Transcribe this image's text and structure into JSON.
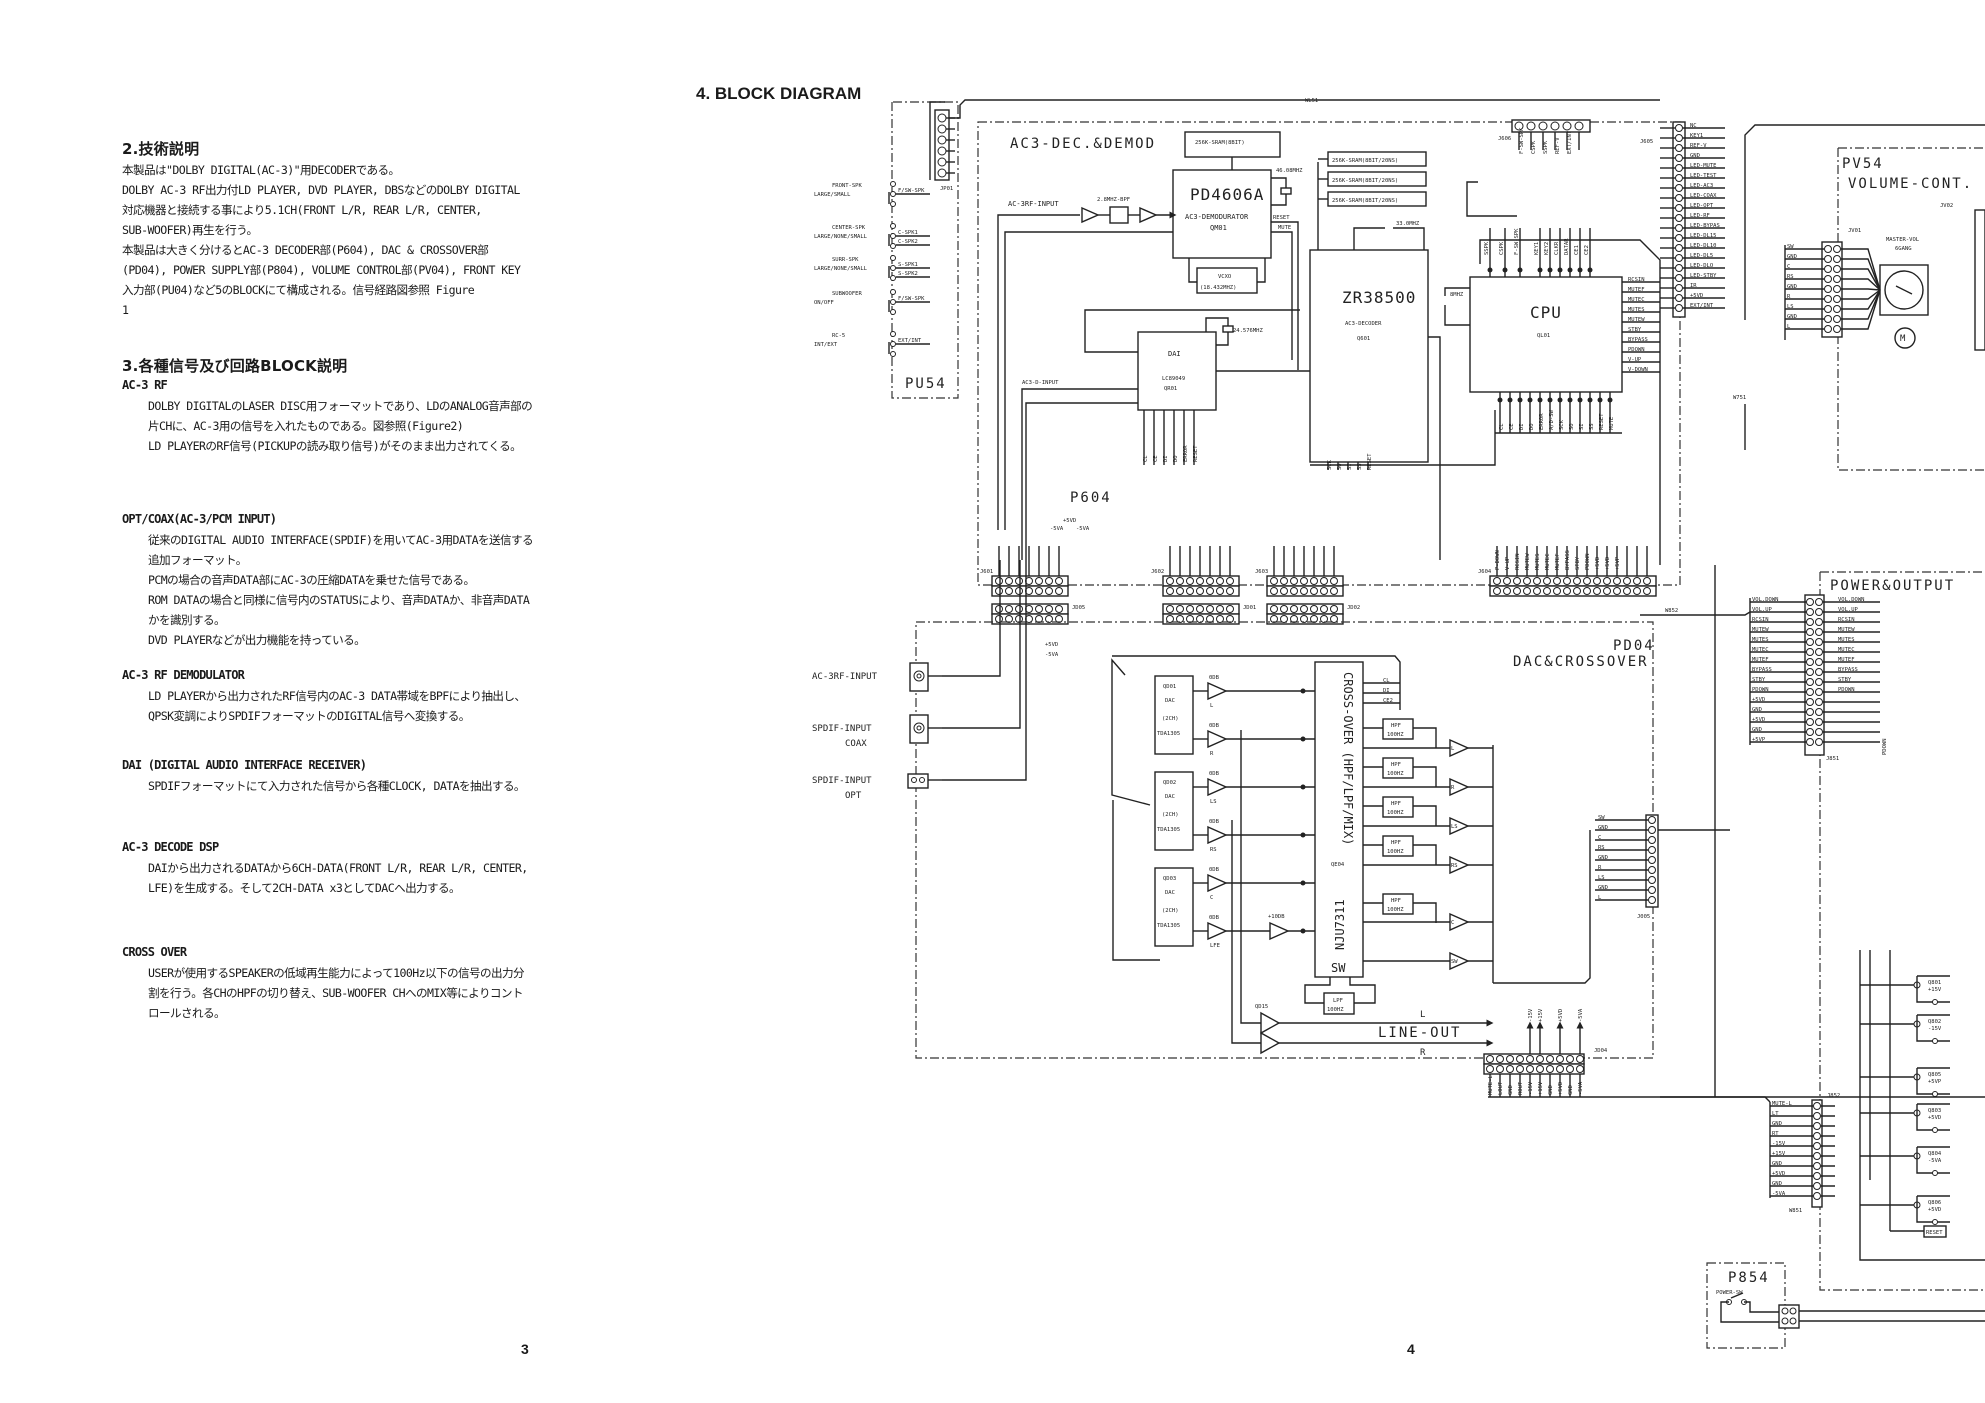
{
  "left_page": {
    "section2": {
      "title": "2.技術説明",
      "lines": [
        "本製品は\"DOLBY DIGITAL(AC-3)\"用DECODERである。",
        "DOLBY AC-3 RF出力付LD PLAYER, DVD PLAYER, DBSなどのDOLBY DIGITAL",
        "対応機器と接続する事により5.1CH(FRONT L/R, REAR L/R, CENTER,",
        "SUB-WOOFER)再生を行う。",
        "本製品は大きく分けるとAC-3 DECODER部(P604), DAC & CROSSOVER部",
        "(PD04), POWER SUPPLY部(P804), VOLUME CONTROL部(PV04), FRONT KEY",
        "入力部(PU04)など5のBLOCKにて構成される。信号経路図参照 Figure",
        "1"
      ]
    },
    "section3": {
      "title": "3.各種信号及び回路BLOCK説明",
      "items": [
        {
          "heading": "AC-3 RF",
          "text": "DOLBY DIGITALのLASER DISC用フォーマットであり、LDのANALOG音声部の片CHに、AC-3用の信号を入れたものである。図参照(Figure2)\nLD PLAYERのRF信号(PICKUPの読み取り信号)がそのまま出力されてくる。"
        },
        {
          "heading": "OPT/COAX(AC-3/PCM INPUT)",
          "text": "従来のDIGITAL AUDIO INTERFACE(SPDIF)を用いてAC-3用DATAを送信する追加フォーマット。\nPCMの場合の音声DATA部にAC-3の圧縮DATAを乗せた信号である。\nROM DATAの場合と同様に信号内のSTATUSにより、音声DATAか、非音声DATAかを識別する。\nDVD PLAYERなどが出力機能を持っている。"
        },
        {
          "heading": "AC-3 RF DEMODULATOR",
          "text": "LD PLAYERから出力されたRF信号内のAC-3 DATA帯域をBPFにより抽出し、QPSK変調によりSPDIFフォーマットのDIGITAL信号へ変換する。"
        },
        {
          "heading": "DAI (DIGITAL AUDIO INTERFACE RECEIVER)",
          "text": "SPDIFフォーマットにて入力された信号から各種CLOCK, DATAを抽出する。"
        },
        {
          "heading": "AC-3 DECODE DSP",
          "text": "DAIから出力されるDATAから6CH-DATA(FRONT L/R, REAR L/R, CENTER, LFE)を生成する。そして2CH-DATA x3としてDACへ出力する。"
        },
        {
          "heading": "CROSS OVER",
          "text": "USERが使用するSPEAKERの低域再生能力によって100Hz以下の信号の出力分割を行う。各CHのHPFの切り替え、SUB-WOOFER CHへのMIX等によりコントロールされる。"
        }
      ]
    },
    "page_number": "3"
  },
  "right_page": {
    "title": "4. BLOCK DIAGRAM",
    "page_number": "4",
    "pu54": {
      "label": "PU54",
      "connector": "JP01",
      "switches": [
        {
          "name": "FRONT-SPK",
          "sub": "LARGE/SMALL",
          "pins": [
            "F/SW-SPK"
          ]
        },
        {
          "name": "CENTER-SPK",
          "sub": "LARGE/NONE/SMALL",
          "pins": [
            "C-SPK1",
            "C-SPK2"
          ]
        },
        {
          "name": "SURR-SPK",
          "sub": "LARGE/NONE/SMALL",
          "pins": [
            "S-SPK1",
            "S-SPK2"
          ]
        },
        {
          "name": "SUBWOOFER",
          "sub": "ON/OFF",
          "pins": [
            "F/SW-SPK"
          ]
        },
        {
          "name": "RC-5",
          "sub": "INT/EXT",
          "pins": [
            "EXT/INT"
          ]
        }
      ]
    },
    "p604": {
      "label": "P604",
      "section_label": "AC3-DEC.&DEMOD",
      "sram_demod": "256K-SRAM(8BIT)",
      "demod_chip": {
        "part": "PD4606A",
        "name": "AC3-DEMODURATOR",
        "ref": "QM01"
      },
      "crystal_demod": "46.08MHZ",
      "vcxo": {
        "name": "VCXO",
        "freq": "(18.432MHZ)"
      },
      "rf_input": "AC-3RF-INPUT",
      "bpf": "2.8MHZ-BPF",
      "demod_signals": [
        "RESET",
        "MUTE"
      ],
      "dai": {
        "name": "DAI",
        "part": "LC89049",
        "ref": "QR01",
        "crystal": "24.576MHZ",
        "input": "AC3-D-INPUT",
        "pins": [
          "CL",
          "CE",
          "DI",
          "DO",
          "ERROR",
          "RESET"
        ]
      },
      "decoder": {
        "part": "ZR38500",
        "name": "AC3-DECODER",
        "ref": "Q601",
        "crystal": "33.0MHZ",
        "pins": [
          "SCK",
          "SO",
          "SI",
          "SS",
          "RESET"
        ]
      },
      "srams": [
        "256K-SRAM(8BIT/20NS)",
        "256K-SRAM(8BIT/20NS)",
        "256K-SRAM(8BIT/20NS)"
      ],
      "cpu": {
        "name": "CPU",
        "ref": "QL01",
        "crystal": "8MHZ",
        "top_pins": [
          "SSPK",
          "CSPK",
          "F-SW-SPK",
          "KEY1",
          "KEY2",
          "CLKR",
          "DATAR",
          "CE1",
          "CE2"
        ],
        "right_pins": [
          "RCSIN",
          "MUTEF",
          "MUTEC",
          "MUTES",
          "MUTEW",
          "STBY",
          "BYPASS",
          "PDOWN",
          "V-UP",
          "V-DOWN"
        ],
        "bottom_pins": [
          "CL",
          "CE",
          "DI",
          "DO",
          "ERROR",
          "A/D-SW",
          "SCK",
          "SO",
          "SI",
          "SS",
          "RESET",
          "MUTE"
        ]
      },
      "j606_pins": [
        "F-SW-SPK",
        "CSPK",
        "SSPK",
        "REF-V",
        "EXT/INT"
      ],
      "j605": {
        "label": "J605",
        "pins": [
          "NC",
          "KEY1",
          "REF-V",
          "GND",
          "LED-MUTE",
          "LED-TEST",
          "LED-AC3",
          "LED-COAX",
          "LED-OPT",
          "LED-RF",
          "LED-BYPAS",
          "LED-DL15",
          "LED-DL10",
          "LED-DL5",
          "LED-DLO",
          "LED-STBY",
          "IR",
          "+5VD",
          "EXT/INT"
        ]
      },
      "connectors": [
        "J601",
        "J602",
        "J603",
        "J604",
        "J606"
      ],
      "j604_pins": [
        "P-DOWN",
        "V-UP",
        "RCSIN",
        "MUTEW",
        "MUTES",
        "MUTEC",
        "MUTEF",
        "BYPASS",
        "STBY",
        "PDOWN",
        "+5VD",
        "+5VD",
        "+5VP"
      ],
      "wire_labels": [
        "WL51",
        "W751",
        "W852"
      ],
      "power_labels": [
        "-5VA",
        "+5VD",
        "-5VA"
      ]
    },
    "pd04": {
      "label": "PD04",
      "name": "DAC&CROSSOVER",
      "inputs": [
        "AC-3RF-INPUT",
        "SPDIF-INPUT COAX",
        "SPDIF-INPUT OPT"
      ],
      "input_lines": [
        [
          "AC-3RF-INPUT"
        ],
        [
          "SPDIF-INPUT",
          "COAX"
        ],
        [
          "SPDIF-INPUT",
          "OPT"
        ]
      ],
      "dacs": [
        {
          "ref": "QD01",
          "name": "DAC",
          "ch": "(2CH)",
          "part": "TDA1305",
          "outputs": [
            "L",
            "R"
          ]
        },
        {
          "ref": "QD02",
          "name": "DAC",
          "ch": "(2CH)",
          "part": "TDA1305",
          "outputs": [
            "LS",
            "RS"
          ]
        },
        {
          "ref": "QD03",
          "name": "DAC",
          "ch": "(2CH)",
          "part": "TDA1305",
          "outputs": [
            "C",
            "LFE"
          ]
        }
      ],
      "buffer_gain": "0DB",
      "lfe_gain": "+10DB",
      "crossover": {
        "name": "CROSS-OVER (HPF/LPF/MIX)",
        "part": "NJU7311",
        "ref": "QE04",
        "sw": "SW",
        "ctrl": [
          "CL",
          "DI",
          "CE2"
        ]
      },
      "hpf": "HPF",
      "hpf_freq": "100HZ",
      "lpf": "LPF",
      "lpf_freq": "100HZ",
      "out_amps": [
        "L",
        "R",
        "LS",
        "RS",
        "C",
        "SW"
      ],
      "j005": {
        "label": "J005",
        "pins": [
          "SW",
          "GND",
          "C",
          "RS",
          "GND",
          "R",
          "LS",
          "GND",
          "L"
        ]
      },
      "line_out": {
        "label": "LINE-OUT",
        "l": "L",
        "r": "R",
        "amp_ref": "QD15"
      },
      "jd04": {
        "label": "JD04",
        "pins": [
          "MUTE-L",
          "LOUT",
          "GND",
          "ROUT",
          "-15V",
          "+15V",
          "GND",
          "+5VD",
          "GND",
          "-5VA"
        ],
        "top": [
          "-15V",
          "+15V",
          "+5VD",
          "-5VA"
        ]
      },
      "connectors": [
        "JD01",
        "JD02",
        "JD05"
      ],
      "power_labels": [
        "+5VD",
        "-5VA"
      ]
    },
    "pv54": {
      "label": "PV54",
      "name": "VOLUME-CONT.",
      "jv01": "JV01",
      "jv02": "JV02",
      "master_vol": "MASTER-VOL",
      "gang": "6GANG",
      "motor": "M",
      "pins": [
        "SW",
        "GND",
        "C",
        "RS",
        "GND",
        "R",
        "LS",
        "GND",
        "L"
      ]
    },
    "power_output": {
      "label": "POWER&OUTPUT",
      "j851": "J851",
      "j852": "J852",
      "w851": "W851",
      "w852": "W852",
      "pins_j851": [
        "VOL.DOWN",
        "VOL.UP",
        "RCSIN",
        "MUTEW",
        "MUTES",
        "MUTEC",
        "MUTEF",
        "BYPASS",
        "STBY",
        "PDOWN",
        "+5VD",
        "GND",
        "+5VD",
        "GND",
        "+5VP"
      ],
      "pins_j852": [
        "MUTE-L",
        "LT",
        "GND",
        "RT",
        "-15V",
        "+15V",
        "GND",
        "+5VD",
        "GND",
        "-5VA"
      ],
      "regulators": [
        {
          "ref": "Q801",
          "v": "+15V"
        },
        {
          "ref": "Q802",
          "v": "-15V"
        },
        {
          "ref": "Q805",
          "v": "+5VP"
        },
        {
          "ref": "Q803",
          "v": "+5VD"
        },
        {
          "ref": "Q804",
          "v": "-5VA"
        },
        {
          "ref": "Q806",
          "v": "+5VD"
        }
      ],
      "reset": "RESET",
      "pdown": "PDOWN"
    },
    "p854": {
      "label": "P854",
      "switch": "POWER-SW"
    }
  }
}
